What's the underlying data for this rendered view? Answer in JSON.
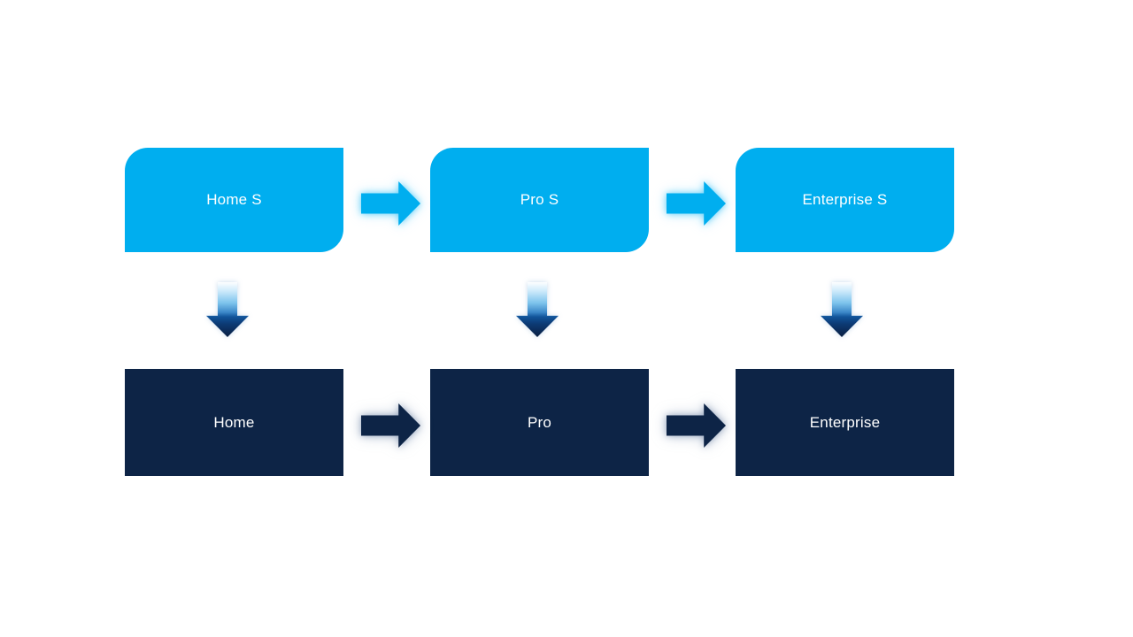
{
  "diagram": {
    "type": "flow",
    "top_row": {
      "style": "light-blue rounded-diagonal boxes",
      "items": [
        {
          "label": "Home S"
        },
        {
          "label": "Pro S"
        },
        {
          "label": "Enterprise S"
        }
      ]
    },
    "bottom_row": {
      "style": "dark-navy rectangles",
      "items": [
        {
          "label": "Home"
        },
        {
          "label": "Pro"
        },
        {
          "label": "Enterprise"
        }
      ]
    },
    "connections": {
      "horizontal_top": [
        "Home S → Pro S",
        "Pro S → Enterprise S"
      ],
      "horizontal_bottom": [
        "Home → Pro",
        "Pro → Enterprise"
      ],
      "vertical": [
        "Home S → Home",
        "Pro S → Pro",
        "Enterprise S → Enterprise"
      ]
    }
  },
  "colors": {
    "light_blue": "#00AEEF",
    "dark_navy": "#0D2446",
    "text": "#FFFFFF",
    "background": "#FFFFFF",
    "light_arrow_glow": "#78D7FF",
    "dark_arrow_glow": "#6E87AA"
  }
}
